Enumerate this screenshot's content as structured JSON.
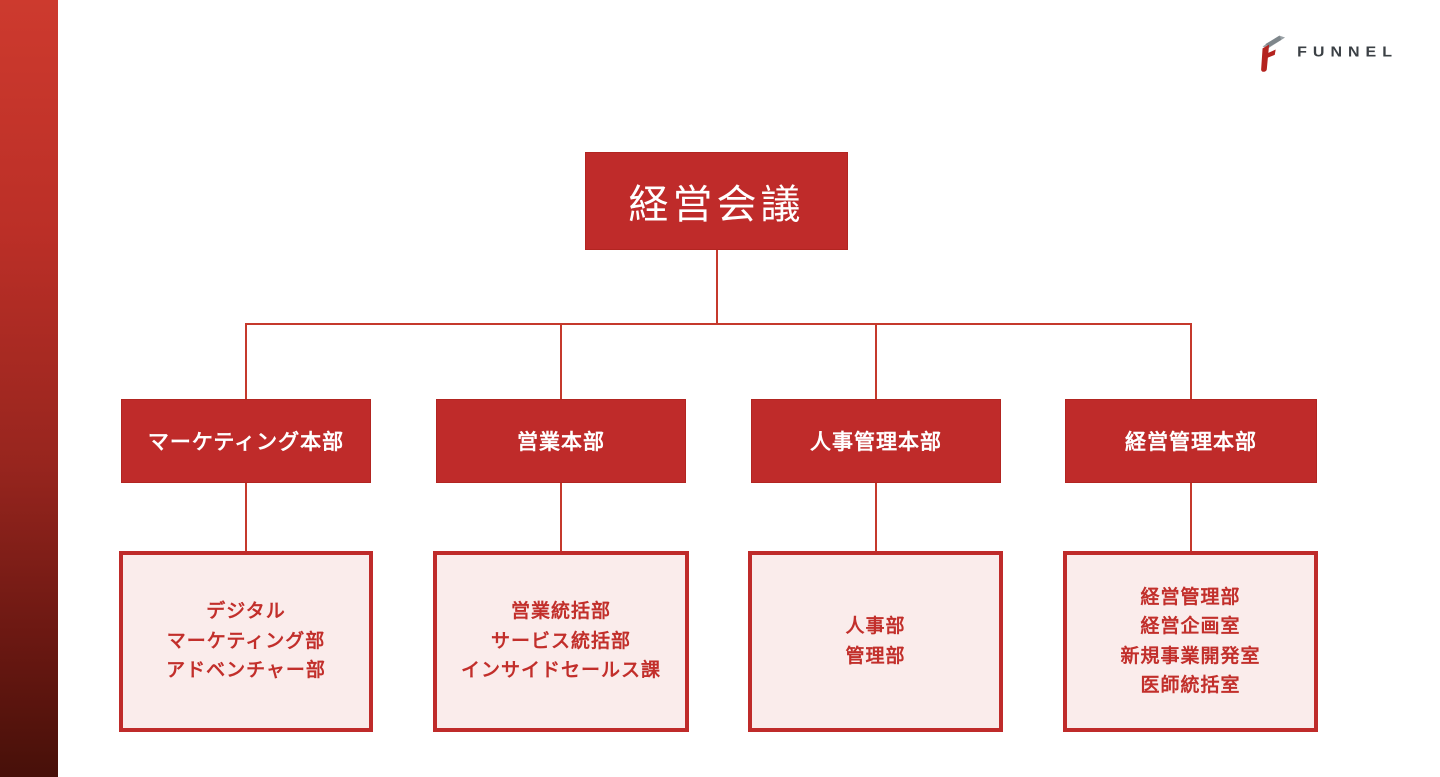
{
  "page": {
    "background": "#ffffff",
    "type": "organization-chart-slide"
  },
  "logo": {
    "brand": "FUNNEL",
    "icon": "funnel-f-mark"
  },
  "colors": {
    "box_red": "#bf2b2a",
    "pale_pink": "#faeceb",
    "line_red": "#c5392c",
    "dept_text_red": "#c22f2b",
    "logo_gray": "#3b4045",
    "sidebar_gradient_top": "#cd3a2e",
    "sidebar_gradient_bottom": "#471009"
  },
  "org_chart": {
    "root": {
      "label": "経営会議"
    },
    "divisions": [
      {
        "label": "マーケティング本部",
        "departments": [
          "デジタル",
          "マーケティング部",
          "アドベンチャー部"
        ]
      },
      {
        "label": "営業本部",
        "departments": [
          "営業統括部",
          "サービス統括部",
          "インサイドセールス課"
        ]
      },
      {
        "label": "人事管理本部",
        "departments": [
          "人事部",
          "管理部"
        ]
      },
      {
        "label": "経営管理本部",
        "departments": [
          "経営管理部",
          "経営企画室",
          "新規事業開発室",
          "医師統括室"
        ]
      }
    ]
  }
}
